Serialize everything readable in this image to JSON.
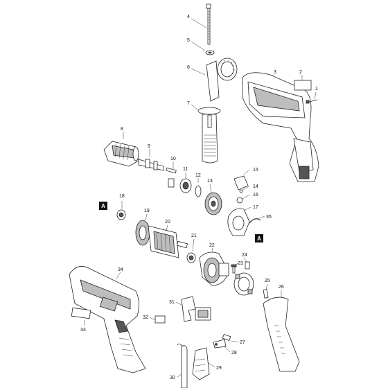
{
  "callouts": [
    "1",
    "2",
    "3",
    "4",
    "5",
    "6",
    "7",
    "8",
    "9",
    "10",
    "11",
    "12",
    "13",
    "14",
    "15",
    "16",
    "17",
    "18",
    "19",
    "20",
    "21",
    "22",
    "23",
    "24",
    "25",
    "26",
    "27",
    "28",
    "29",
    "30",
    "31",
    "32",
    "33",
    "34",
    "35"
  ],
  "ref_markers": [
    "A",
    "A"
  ]
}
